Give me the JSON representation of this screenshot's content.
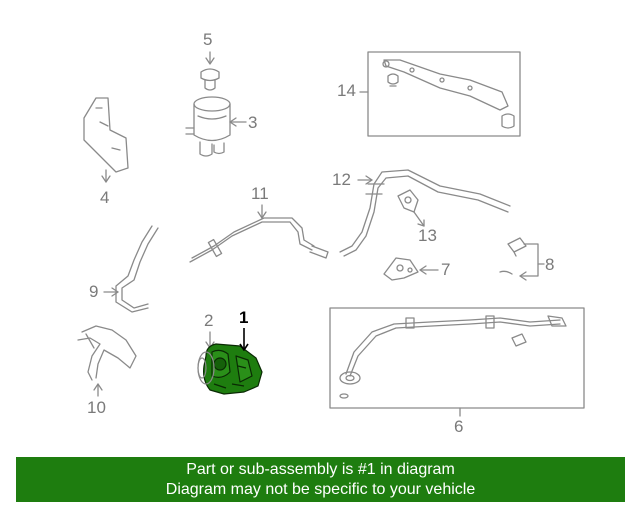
{
  "diagram": {
    "callouts": {
      "c1": "1",
      "c2": "2",
      "c3": "3",
      "c4": "4",
      "c5": "5",
      "c6": "6",
      "c7": "7",
      "c8": "8",
      "c9": "9",
      "c10": "10",
      "c11": "11",
      "c12": "12",
      "c13": "13",
      "c14": "14"
    },
    "highlight_color": "#1e7d0f",
    "line_color": "#8a8a8a"
  },
  "banner": {
    "line1": "Part or sub-assembly is #1 in diagram",
    "line2": "Diagram may not be specific to your vehicle",
    "background": "#1e7d0f"
  }
}
